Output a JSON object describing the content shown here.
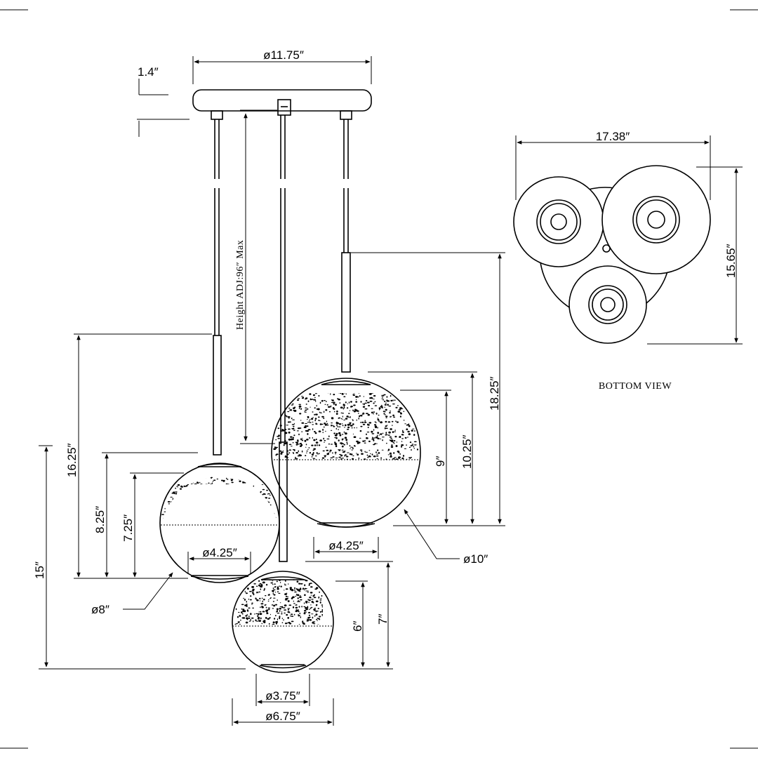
{
  "drawing": {
    "canopy_diameter": "ø11.75″",
    "canopy_thickness": "1.4″",
    "height_adjustable": "Height ADJ:96″ Max",
    "bottom_view_label": "BOTTOM VIEW",
    "overall_width": "17.38″",
    "overall_depth": "15.65″",
    "left_globe": {
      "diameter": "ø8″",
      "opening": "ø4.25″",
      "drop": "16.25″",
      "globe_height": "8.25″",
      "glass_height": "7.25″",
      "overall_drop": "15″"
    },
    "right_globe": {
      "diameter": "ø10″",
      "opening": "ø4.25″",
      "drop": "18.25″",
      "globe_height": "10.25″",
      "glass_height": "9″"
    },
    "center_globe": {
      "diameter": "ø6.75″",
      "opening": "ø3.75″",
      "globe_height": "7″",
      "glass_height": "6″"
    }
  }
}
